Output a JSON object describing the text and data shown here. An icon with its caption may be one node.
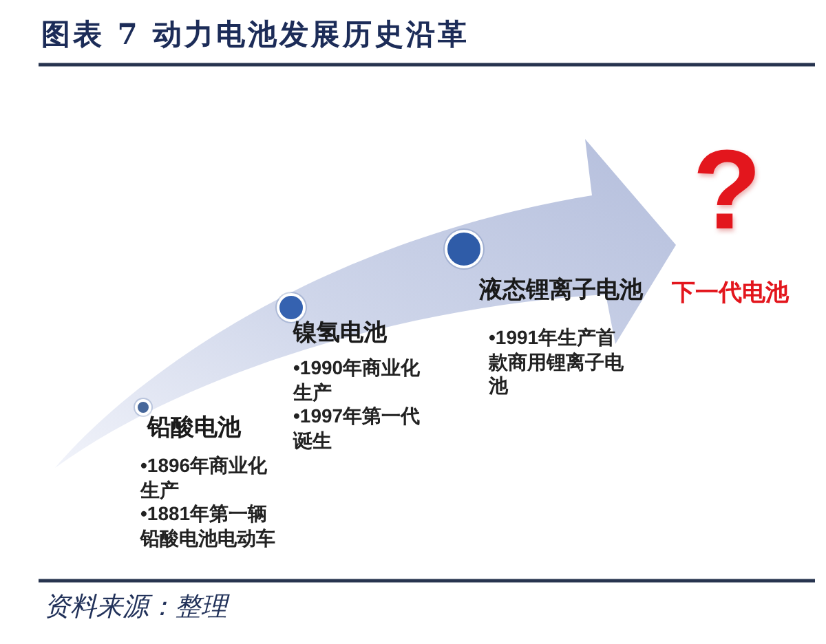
{
  "diagram": {
    "title": "图表 7 动力电池发展历史沿革",
    "caption": "资料来源：整理",
    "nodes": [
      {
        "text": [],
        "shape": "circle",
        "beside": [
          "铅酸电池",
          "•1896年商业化生产",
          "•1881年第一辆铅酸电池电动车"
        ]
      },
      {
        "text": [],
        "shape": "circle",
        "beside": [
          "镍氢电池",
          "•1990年商业化生产",
          "•1997年第一代诞生"
        ]
      },
      {
        "text": [],
        "shape": "circle",
        "beside": [
          "液态锂离子电池",
          "•1991年生产首款商用锂离子电池"
        ]
      }
    ],
    "labels": [
      "?",
      "下一代电池"
    ]
  }
}
